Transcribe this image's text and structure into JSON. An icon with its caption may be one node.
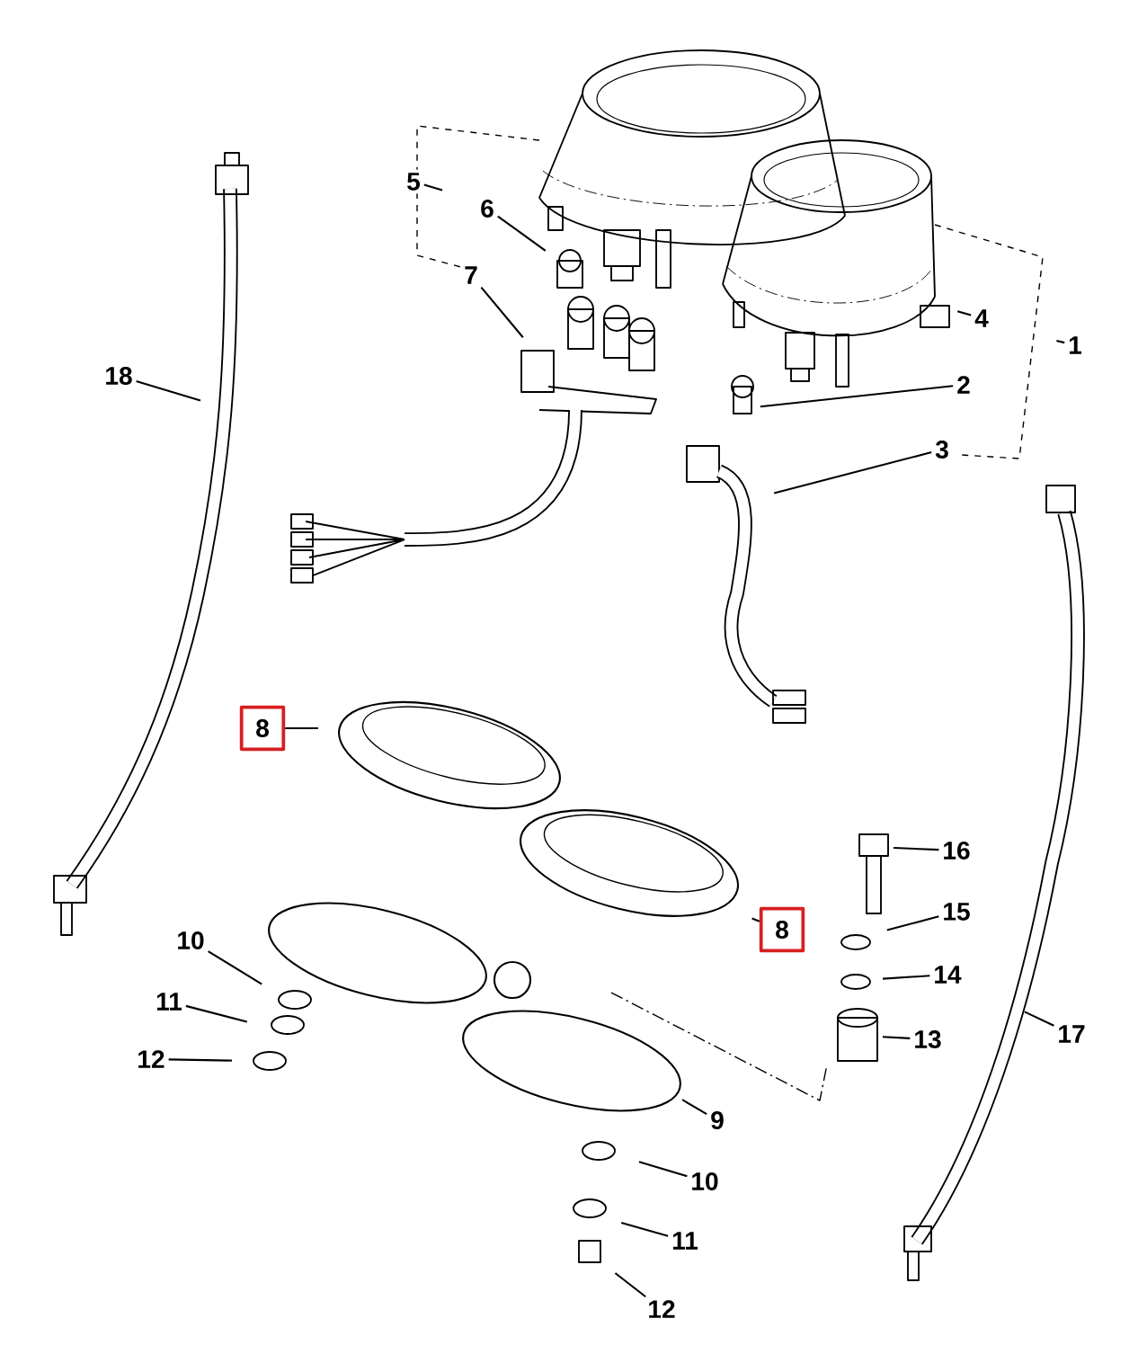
{
  "diagram": {
    "nodes": [
      {
        "text": [
          "5"
        ]
      },
      {
        "text": [
          "6"
        ]
      },
      {
        "text": [
          "7"
        ]
      },
      {
        "text": [
          "4"
        ]
      },
      {
        "text": [
          "1"
        ]
      },
      {
        "text": [
          "18"
        ]
      },
      {
        "text": [
          "2"
        ]
      },
      {
        "text": [
          "3"
        ]
      },
      {
        "text": [
          "8"
        ]
      },
      {
        "text": [
          "16"
        ]
      },
      {
        "text": [
          "8"
        ]
      },
      {
        "text": [
          "15"
        ]
      },
      {
        "text": [
          "14"
        ]
      },
      {
        "text": [
          "10"
        ]
      },
      {
        "text": [
          "13"
        ]
      },
      {
        "text": [
          "17"
        ]
      },
      {
        "text": [
          "11"
        ]
      },
      {
        "text": [
          "12"
        ]
      },
      {
        "text": [
          "9"
        ]
      },
      {
        "text": [
          "10"
        ]
      },
      {
        "text": [
          "11"
        ]
      },
      {
        "text": [
          "12"
        ]
      }
    ],
    "edges": [
      {
        "from": 0,
        "to": null,
        "arrow": "none"
      },
      {
        "from": 1,
        "to": null,
        "arrow": "none"
      },
      {
        "from": 2,
        "to": null,
        "arrow": "none"
      },
      {
        "from": 3,
        "to": null,
        "arrow": "none"
      },
      {
        "from": 4,
        "to": null,
        "arrow": "none"
      },
      {
        "from": 5,
        "to": null,
        "arrow": "none"
      },
      {
        "from": 6,
        "to": null,
        "arrow": "none"
      },
      {
        "from": 7,
        "to": null,
        "arrow": "none"
      },
      {
        "from": 8,
        "to": null,
        "arrow": "none"
      },
      {
        "from": 9,
        "to": null,
        "arrow": "none"
      },
      {
        "from": 10,
        "to": null,
        "arrow": "none"
      },
      {
        "from": 11,
        "to": null,
        "arrow": "none"
      },
      {
        "from": 12,
        "to": null,
        "arrow": "none"
      },
      {
        "from": 13,
        "to": null,
        "arrow": "none"
      },
      {
        "from": 14,
        "to": null,
        "arrow": "none"
      },
      {
        "from": 15,
        "to": null,
        "arrow": "none"
      },
      {
        "from": 16,
        "to": null,
        "arrow": "none"
      },
      {
        "from": 17,
        "to": null,
        "arrow": "none"
      },
      {
        "from": 18,
        "to": null,
        "arrow": "none"
      },
      {
        "from": 19,
        "to": null,
        "arrow": "none"
      },
      {
        "from": 20,
        "to": null,
        "arrow": "none"
      },
      {
        "from": 21,
        "to": null,
        "arrow": "none"
      }
    ]
  }
}
